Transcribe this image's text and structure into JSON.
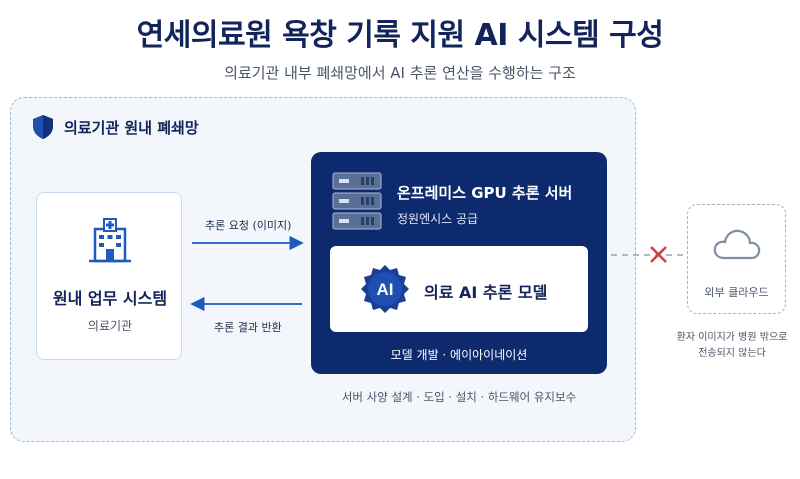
{
  "title": "연세의료원 욕창 기록 지원 AI 시스템 구성",
  "subtitle": "의료기관 내부 폐쇄망에서 AI 추론 연산을 수행하는 구조",
  "network": {
    "label": "의료기관 원내 폐쇄망"
  },
  "hospital": {
    "title": "원내 업무 시스템",
    "subtitle": "의료기관"
  },
  "flows": {
    "request": "추론 요청 (이미지)",
    "response": "추론 결과 반환"
  },
  "server": {
    "title": "온프레미스 GPU 추론 서버",
    "supplier": "정원엔시스 공급",
    "model_badge": "AI",
    "model_title": "의료 AI 추론 모델",
    "model_dev": "모델 개발 · 에이아이네이션",
    "maintenance": "서버 사양 설계 · 도입 · 설치 · 하드웨어 유지보수"
  },
  "cloud": {
    "label": "외부 클라우드",
    "note_line1": "환자 이미지가 병원 밖으로",
    "note_line2": "전송되지 않는다"
  },
  "colors": {
    "navy": "#0d2a6e",
    "accent_blue": "#1f5bbf",
    "blocked_red": "#d93a3a"
  }
}
